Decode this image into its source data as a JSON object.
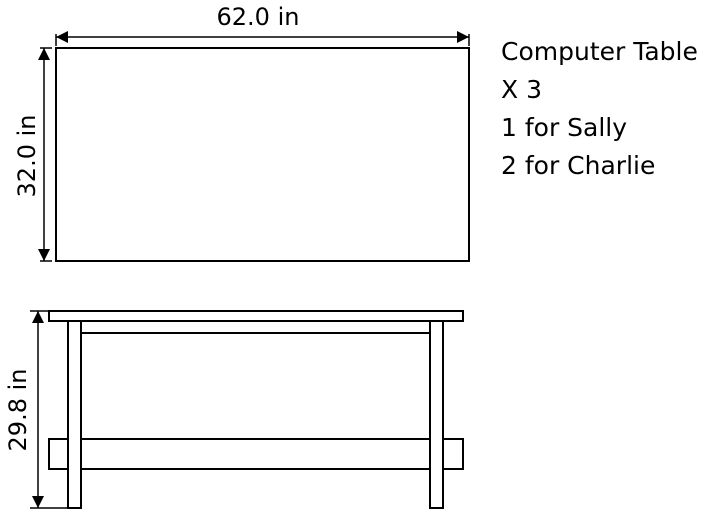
{
  "top_view": {
    "width_label": "62.0 in",
    "depth_label": "32.0 in"
  },
  "front_view": {
    "height_label": "29.8 in"
  },
  "notes": [
    "Computer Table",
    "X 3",
    "1 for Sally",
    "2 for Charlie"
  ]
}
